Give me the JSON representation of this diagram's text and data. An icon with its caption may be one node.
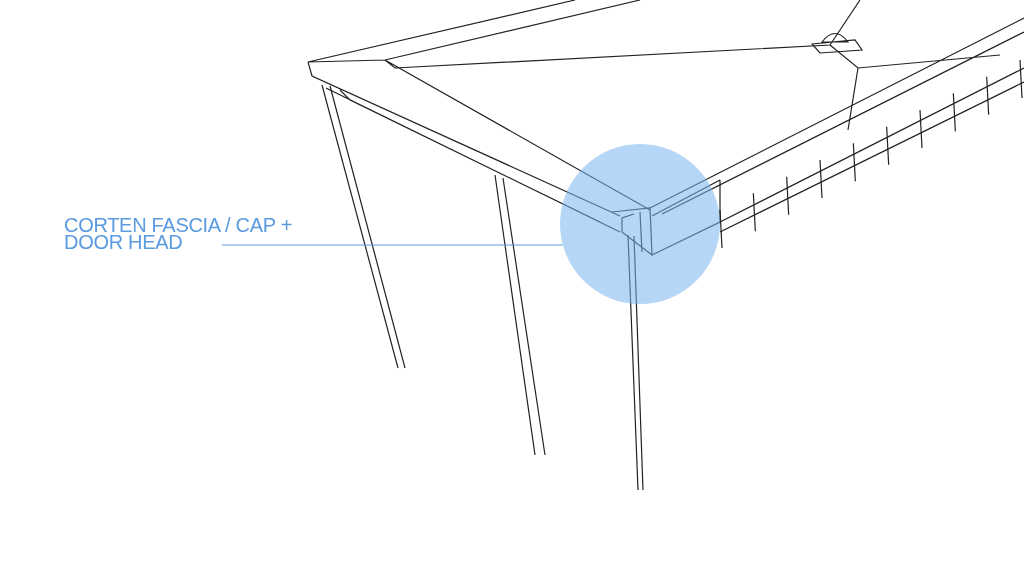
{
  "diagram": {
    "nodes": [
      {
        "text": [
          "CORTEN FASCIA / CAP + DOOR HEAD"
        ]
      },
      {
        "text": [],
        "shape": "circle"
      }
    ],
    "edges": [
      {
        "from": 0,
        "to": 1,
        "arrow": "none"
      }
    ]
  }
}
